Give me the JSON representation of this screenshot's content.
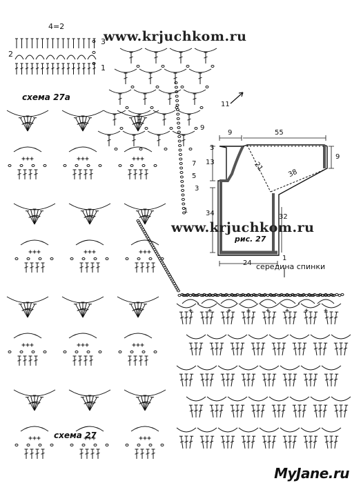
{
  "watermark_top": "www.krjuchkom.ru",
  "watermark_mid": "www.krjuchkom.ru",
  "scheme_small": {
    "title": "схема 27а",
    "repeat_label": "4=2",
    "row_labels": [
      "1",
      "2",
      "3"
    ]
  },
  "scheme_main": {
    "title": "схема 27",
    "row_labels": [
      "1",
      "3",
      "5",
      "7",
      "9",
      "11"
    ],
    "center_label": "середина спинки",
    "center_tick": "1"
  },
  "figure": {
    "title": "рис. 27",
    "dims": {
      "top_left": "9",
      "top_width": "55",
      "top_drop": "3",
      "armhole": "13",
      "diagonal": "21",
      "sleeve": "38",
      "cuff": "9",
      "side_left": "34",
      "side_right": "32",
      "bottom": "24"
    }
  },
  "logo": {
    "text_a": "My",
    "text_b": "Jane.ru"
  }
}
